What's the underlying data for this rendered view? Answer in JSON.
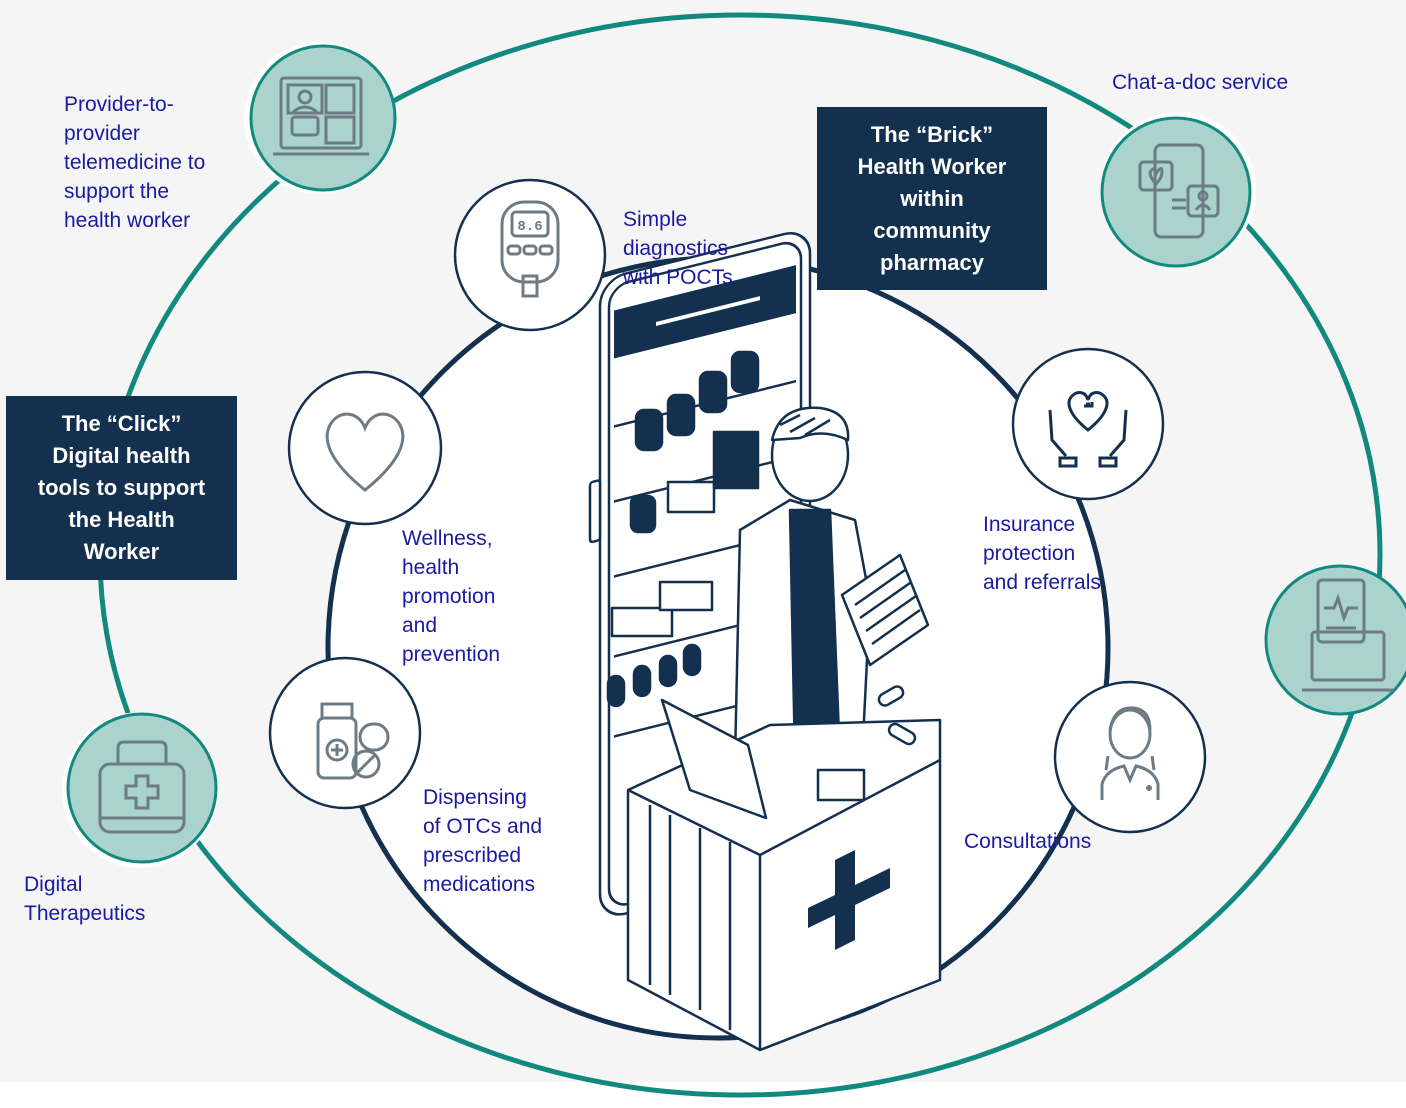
{
  "brick_box": {
    "text": "The “Brick”\nHealth Worker\nwithin\ncommunity\npharmacy"
  },
  "click_box": {
    "text": "The “Click”\nDigital health\ntools to support\nthe Health\nWorker"
  },
  "outer_services": [
    {
      "icon": "telemedicine-laptop-icon",
      "label": "Provider-to-\nprovider\ntelemedicine to\nsupport the\nhealth worker"
    },
    {
      "icon": "chat-phone-icon",
      "label": "Chat-a-doc service"
    },
    {
      "icon": "medical-kit-icon",
      "label": "Digital\nTherapeutics"
    },
    {
      "icon": "laptop-record-icon",
      "label": ""
    }
  ],
  "inner_services": [
    {
      "icon": "glucometer-icon",
      "reading": "8.6",
      "label": "Simple\ndiagnostics\nwith POCTs"
    },
    {
      "icon": "heart-icon",
      "label": "Wellness,\nhealth\npromotion\nand\nprevention"
    },
    {
      "icon": "medicine-bottle-icon",
      "label": "Dispensing\nof OTCs and\nprescribed\nmedications"
    },
    {
      "icon": "hands-heart-icon",
      "label": "Insurance\nprotection\nand referrals"
    },
    {
      "icon": "doctor-icon",
      "label": "Consultations"
    }
  ],
  "colors": {
    "teal_ring": "#12897f",
    "teal_fill": "#a9d3cc",
    "navy": "#13304f",
    "label_blue": "#1a1aa0",
    "icon_gray": "#6d7c84",
    "background": "#f5f5f5"
  }
}
